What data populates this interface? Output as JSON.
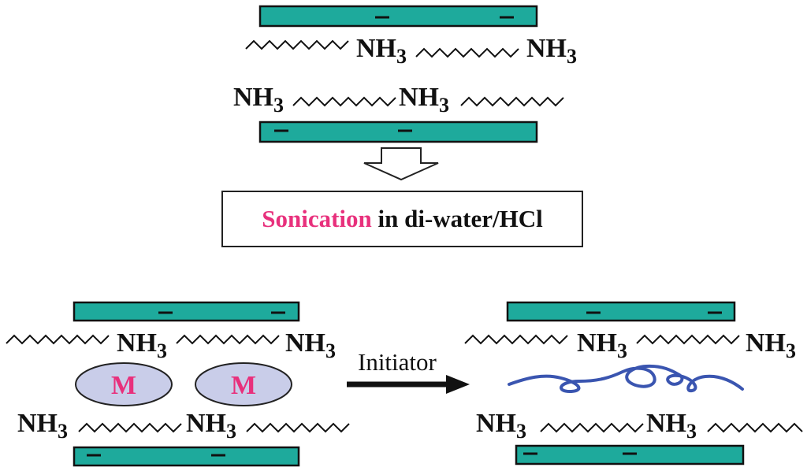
{
  "labels": {
    "amine": "NH",
    "amine_subscript": "3",
    "monomer": "M"
  },
  "sonication": {
    "keyword": "Sonication",
    "rest": " in di-water/HCl"
  },
  "initiator": "Initiator",
  "colors": {
    "plate": "#1eaa9c",
    "monomer_fill": "#c9cde9",
    "monomer_text": "#e8307c",
    "sonication_text": "#e8307c",
    "polymer": "#3a55b0",
    "arrow": "#111111"
  }
}
